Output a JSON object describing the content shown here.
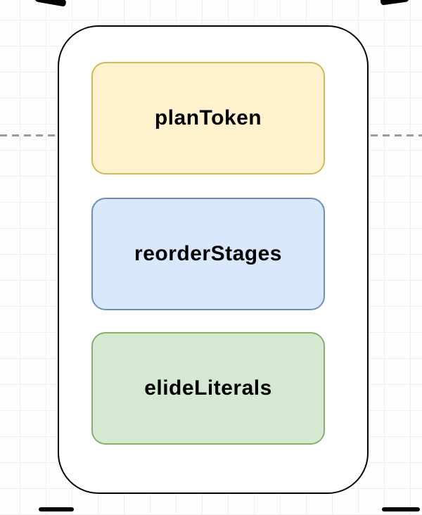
{
  "diagram": {
    "canvas": {
      "background": "#fefefe",
      "grid_color": "#efefef",
      "dashed_line_color": "#9b9b9b"
    },
    "container": {
      "fill": "#ffffff",
      "border": "#000000"
    },
    "nodes": [
      {
        "id": "planToken",
        "label": "planToken",
        "fill": "#fff2cc",
        "border": "#d6b656"
      },
      {
        "id": "reorderStages",
        "label": "reorderStages",
        "fill": "#dae8fc",
        "border": "#6c8ebf"
      },
      {
        "id": "elideLiterals",
        "label": "elideLiterals",
        "fill": "#d5e8d4",
        "border": "#82b366"
      }
    ]
  }
}
